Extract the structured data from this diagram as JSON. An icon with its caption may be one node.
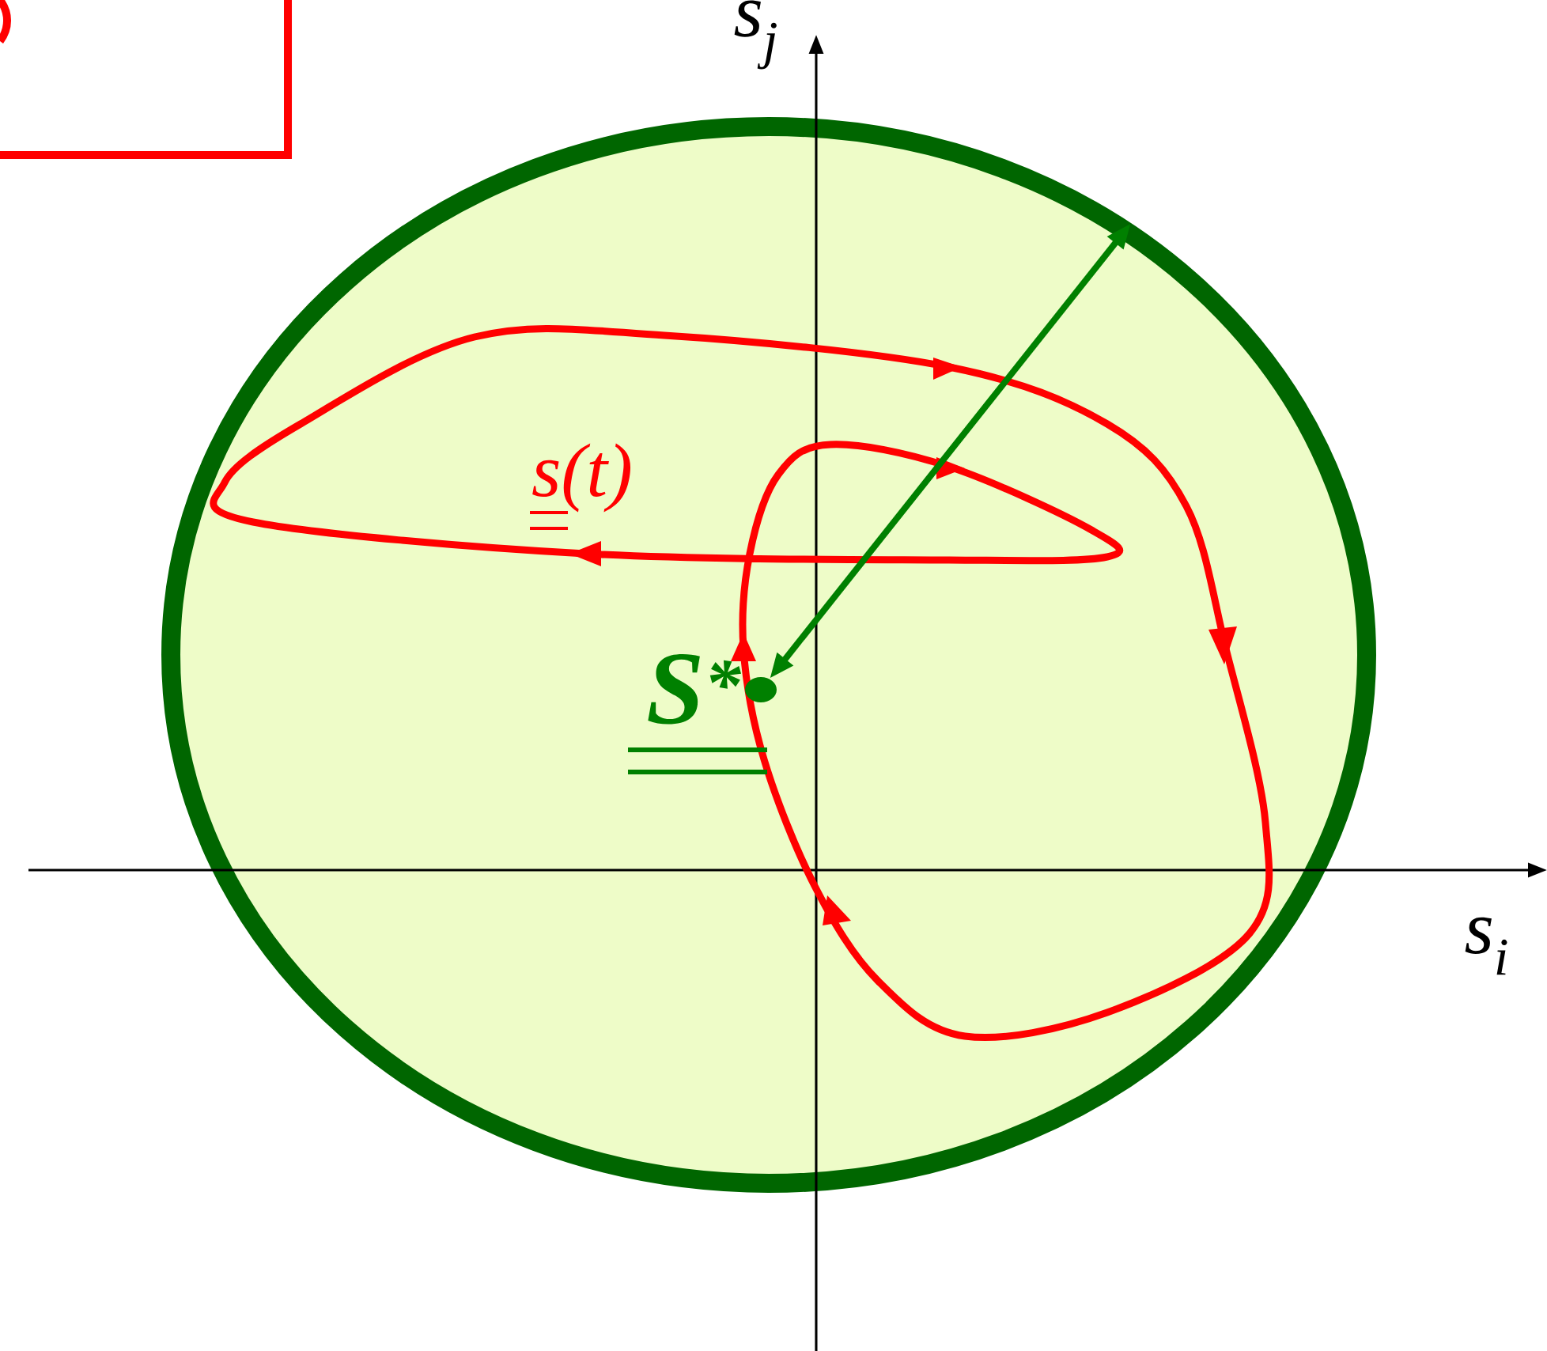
{
  "diagram": {
    "nodes": [
      {
        "text": [],
        "shape": "circle",
        "beside": [
          "S$^{*}$"
        ],
        "in": 1
      },
      {
        "text": [],
        "shape": "ellipse"
      }
    ],
    "edges": [
      {
        "from": 0,
        "to": 1,
        "arrow": "both",
        "color": "#008000"
      }
    ],
    "labels": [
      "s$_{j}$",
      "s(t)",
      "s$_{i}$"
    ]
  }
}
